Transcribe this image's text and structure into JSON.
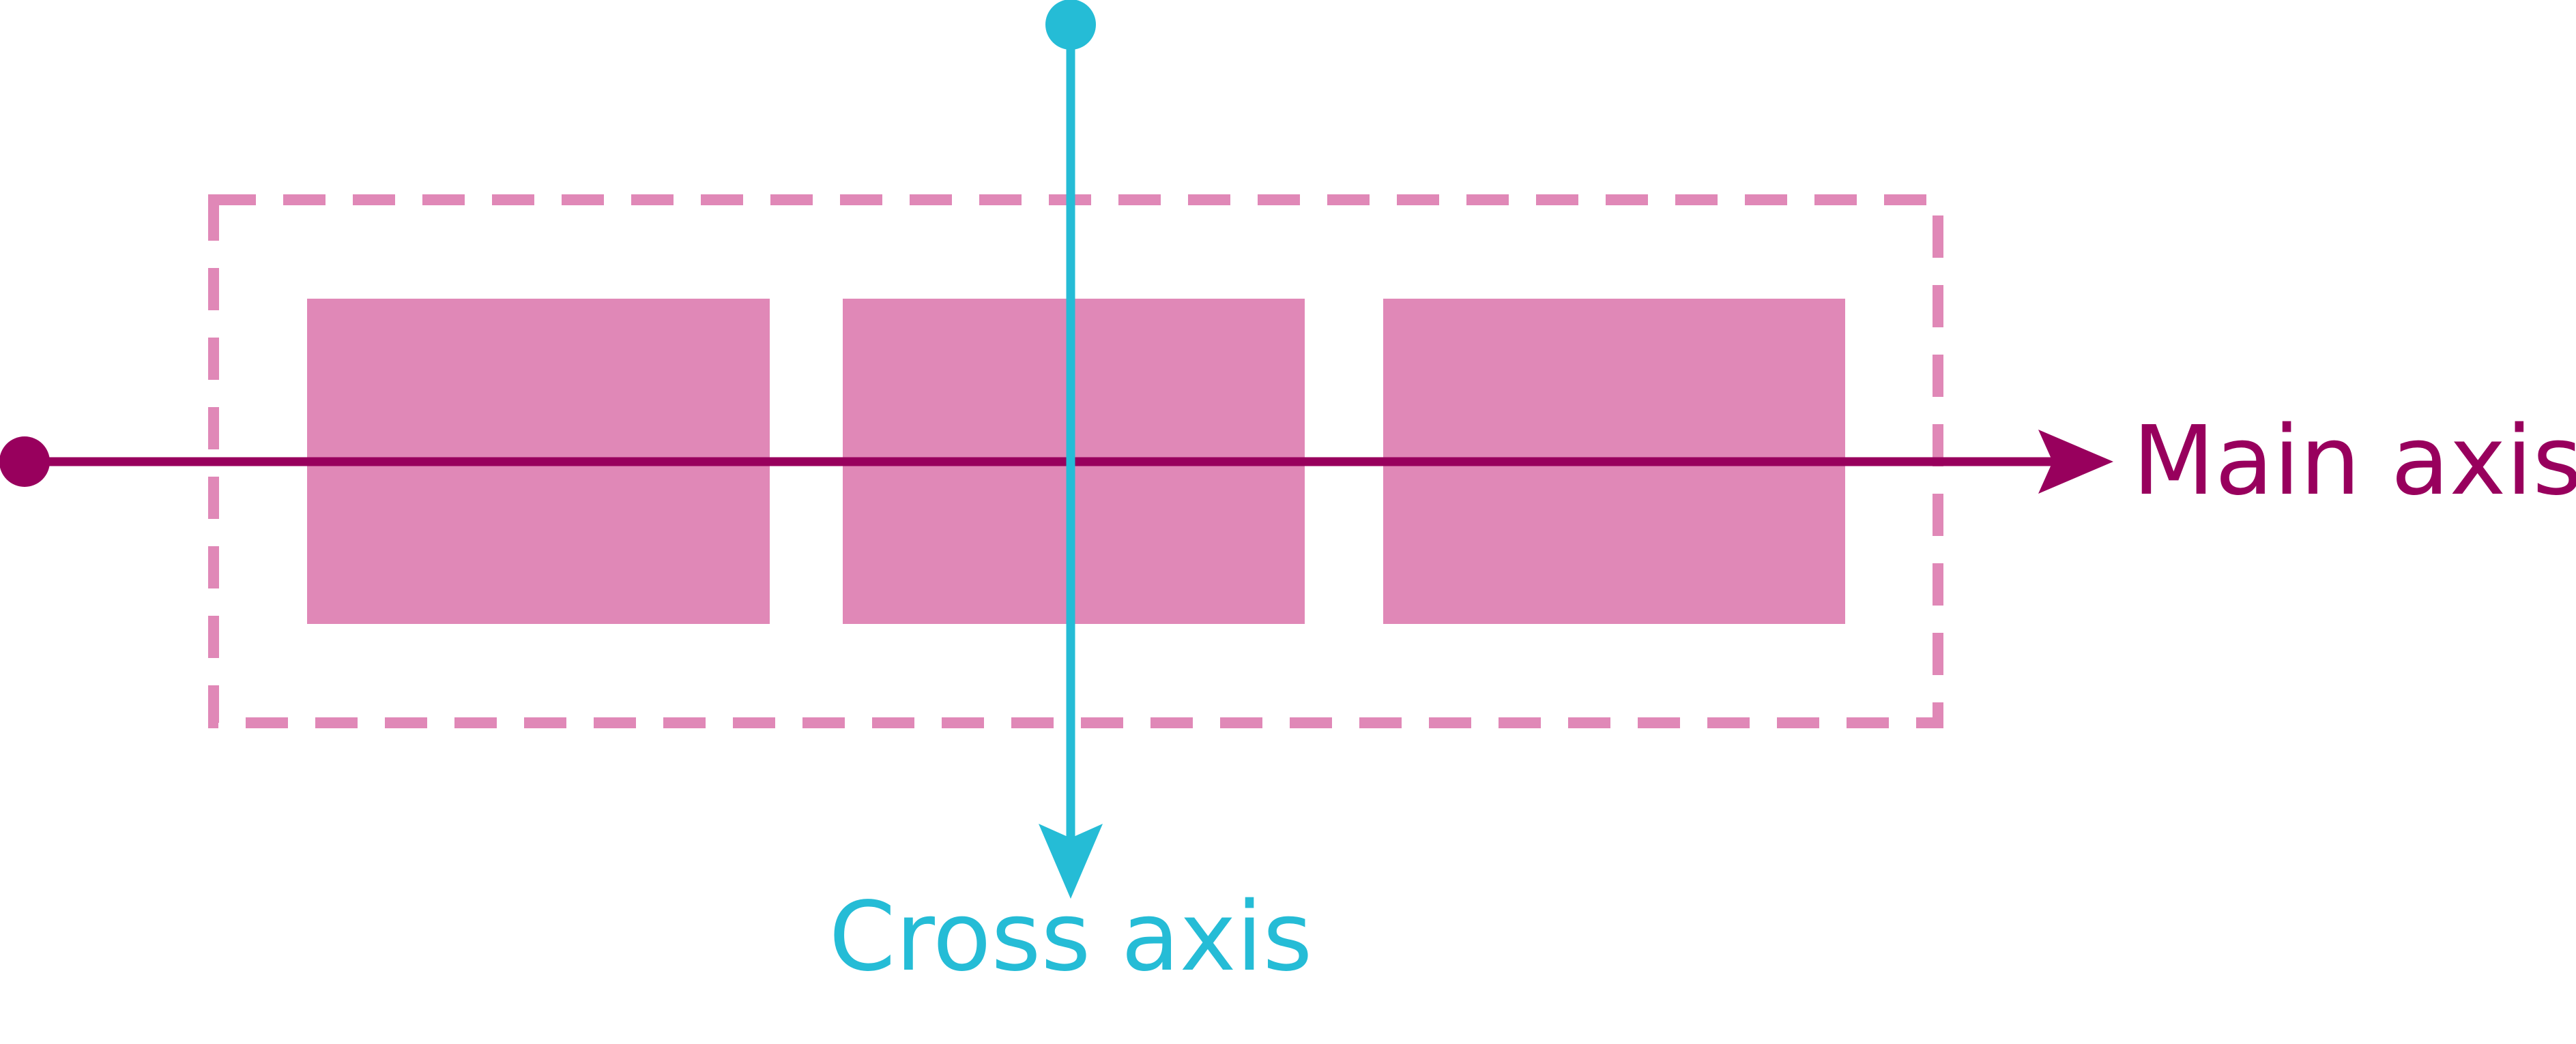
{
  "diagram": {
    "main_axis": {
      "label": "Main axis"
    },
    "cross_axis": {
      "label": "Cross axis"
    },
    "items_count": 3
  },
  "colors": {
    "main_axis": "#98005d",
    "cross_axis": "#25bcd6",
    "item_fill": "#e088b7",
    "container_border": "#e088b7",
    "background": "#ffffff"
  }
}
